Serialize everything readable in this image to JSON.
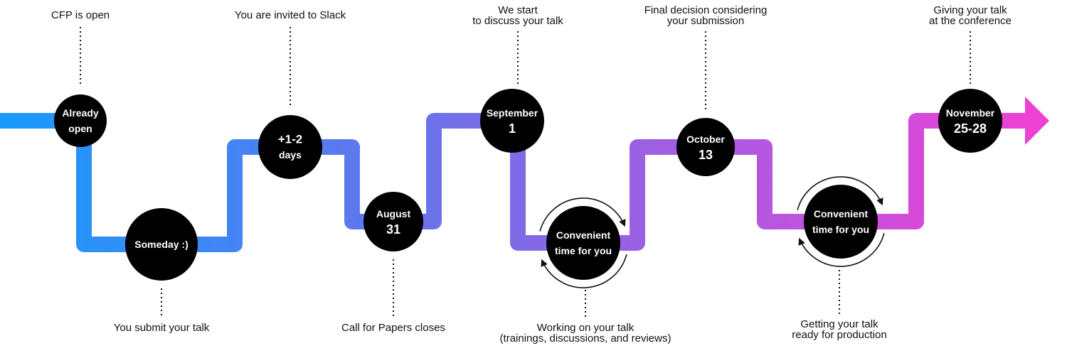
{
  "colors": {
    "path_gradient": [
      "#1a9bfc",
      "#3f86f6",
      "#6b72ea",
      "#9b60e3",
      "#c94fdd",
      "#f33fd2"
    ],
    "node_fill": "#000000",
    "node_text": "#ffffff",
    "label_text": "#111111"
  },
  "nodes": [
    {
      "lines": [
        "Already",
        "open"
      ]
    },
    {
      "lines": [
        "Someday :)"
      ]
    },
    {
      "lines": [
        "+1-2",
        "days"
      ]
    },
    {
      "lines": [
        "August",
        "31"
      ]
    },
    {
      "lines": [
        "September",
        "1"
      ]
    },
    {
      "lines": [
        "Convenient",
        "time for you"
      ],
      "cycle_icon": "refresh-cycle-icon"
    },
    {
      "lines": [
        "October",
        "13"
      ]
    },
    {
      "lines": [
        "Convenient",
        "time for you"
      ],
      "cycle_icon": "refresh-cycle-icon"
    },
    {
      "lines": [
        "November",
        "25-28"
      ]
    }
  ],
  "labels": [
    {
      "lines": [
        "CFP is open"
      ]
    },
    {
      "lines": [
        "You submit your talk"
      ]
    },
    {
      "lines": [
        "You are invited to Slack"
      ]
    },
    {
      "lines": [
        "Call for Papers closes"
      ]
    },
    {
      "lines": [
        "We start",
        "to discuss your talk"
      ]
    },
    {
      "lines": [
        "Working on your talk",
        "(trainings, discussions, and reviews)"
      ]
    },
    {
      "lines": [
        "Final decision considering",
        "your submission"
      ]
    },
    {
      "lines": [
        "Getting your talk",
        "ready for production"
      ]
    },
    {
      "lines": [
        "Giving your talk",
        "at the conference"
      ]
    }
  ],
  "end_arrow_icon": "arrow-right-icon"
}
